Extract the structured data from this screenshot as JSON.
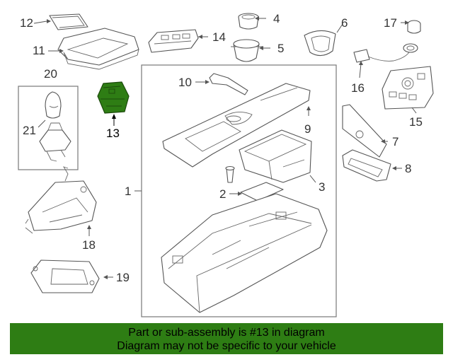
{
  "diagram": {
    "highlight_color": "#2e7d14",
    "highlighted_part": "13",
    "callouts": {
      "c1": "1",
      "c2": "2",
      "c3": "3",
      "c4": "4",
      "c5": "5",
      "c6": "6",
      "c7": "7",
      "c8": "8",
      "c9": "9",
      "c10": "10",
      "c11": "11",
      "c12": "12",
      "c13": "13",
      "c14": "14",
      "c15": "15",
      "c16": "16",
      "c17": "17",
      "c18": "18",
      "c19": "19",
      "c20": "20",
      "c21": "21"
    }
  },
  "banner": {
    "line1": "Part or sub-assembly is #13 in diagram",
    "line2": "Diagram may not be specific to your vehicle",
    "background": "#2e7d14"
  }
}
